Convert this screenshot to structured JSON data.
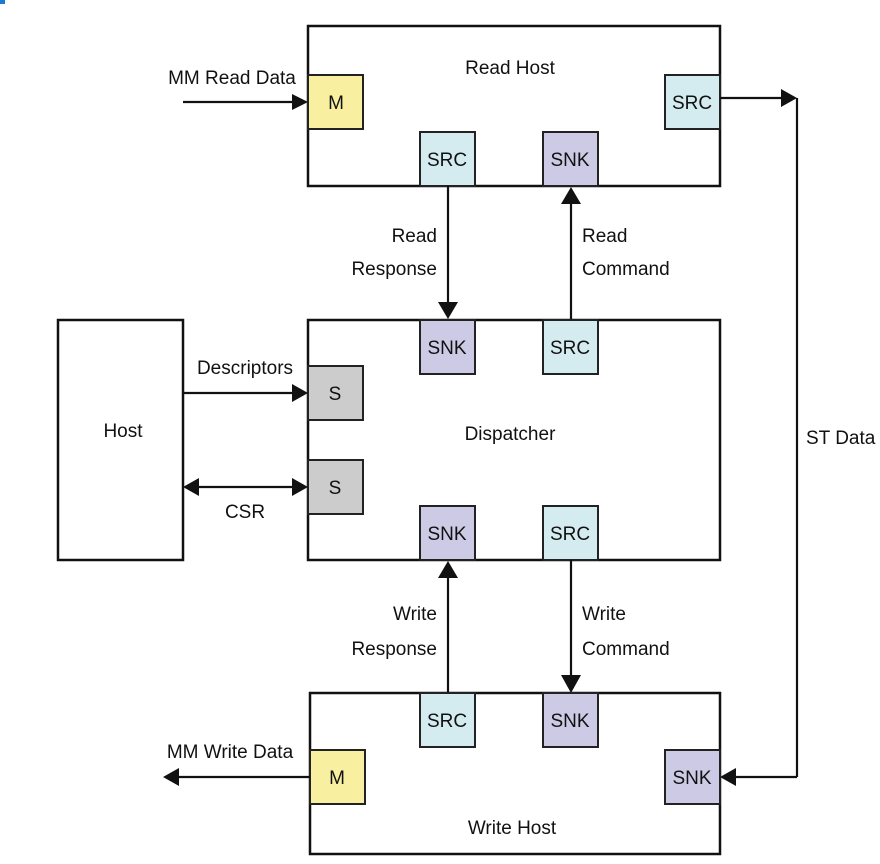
{
  "diagram": {
    "blocks": {
      "read_host": "Read Host",
      "dispatcher": "Dispatcher",
      "write_host": "Write Host",
      "host": "Host"
    },
    "ports": {
      "read_host_m": "M",
      "read_host_src_st": "SRC",
      "read_host_src": "SRC",
      "read_host_snk": "SNK",
      "disp_snk_top": "SNK",
      "disp_src_top": "SRC",
      "disp_s_desc": "S",
      "disp_s_csr": "S",
      "disp_snk_bottom": "SNK",
      "disp_src_bottom": "SRC",
      "write_host_src": "SRC",
      "write_host_snk": "SNK",
      "write_host_m": "M",
      "write_host_snk_st": "SNK"
    },
    "labels": {
      "mm_read_data": "MM Read Data",
      "mm_write_data": "MM Write Data",
      "read_response_1": "Read",
      "read_response_2": "Response",
      "read_command_1": "Read",
      "read_command_2": "Command",
      "write_response_1": "Write",
      "write_response_2": "Response",
      "write_command_1": "Write",
      "write_command_2": "Command",
      "descriptors": "Descriptors",
      "csr": "CSR",
      "st_data": "ST Data"
    },
    "colors": {
      "master_port": "#f8f0a0",
      "source_port": "#d4ecf0",
      "sink_port": "#cdcae6",
      "slave_port": "#cccccc",
      "corner_mark": "#1a7ad4"
    }
  }
}
